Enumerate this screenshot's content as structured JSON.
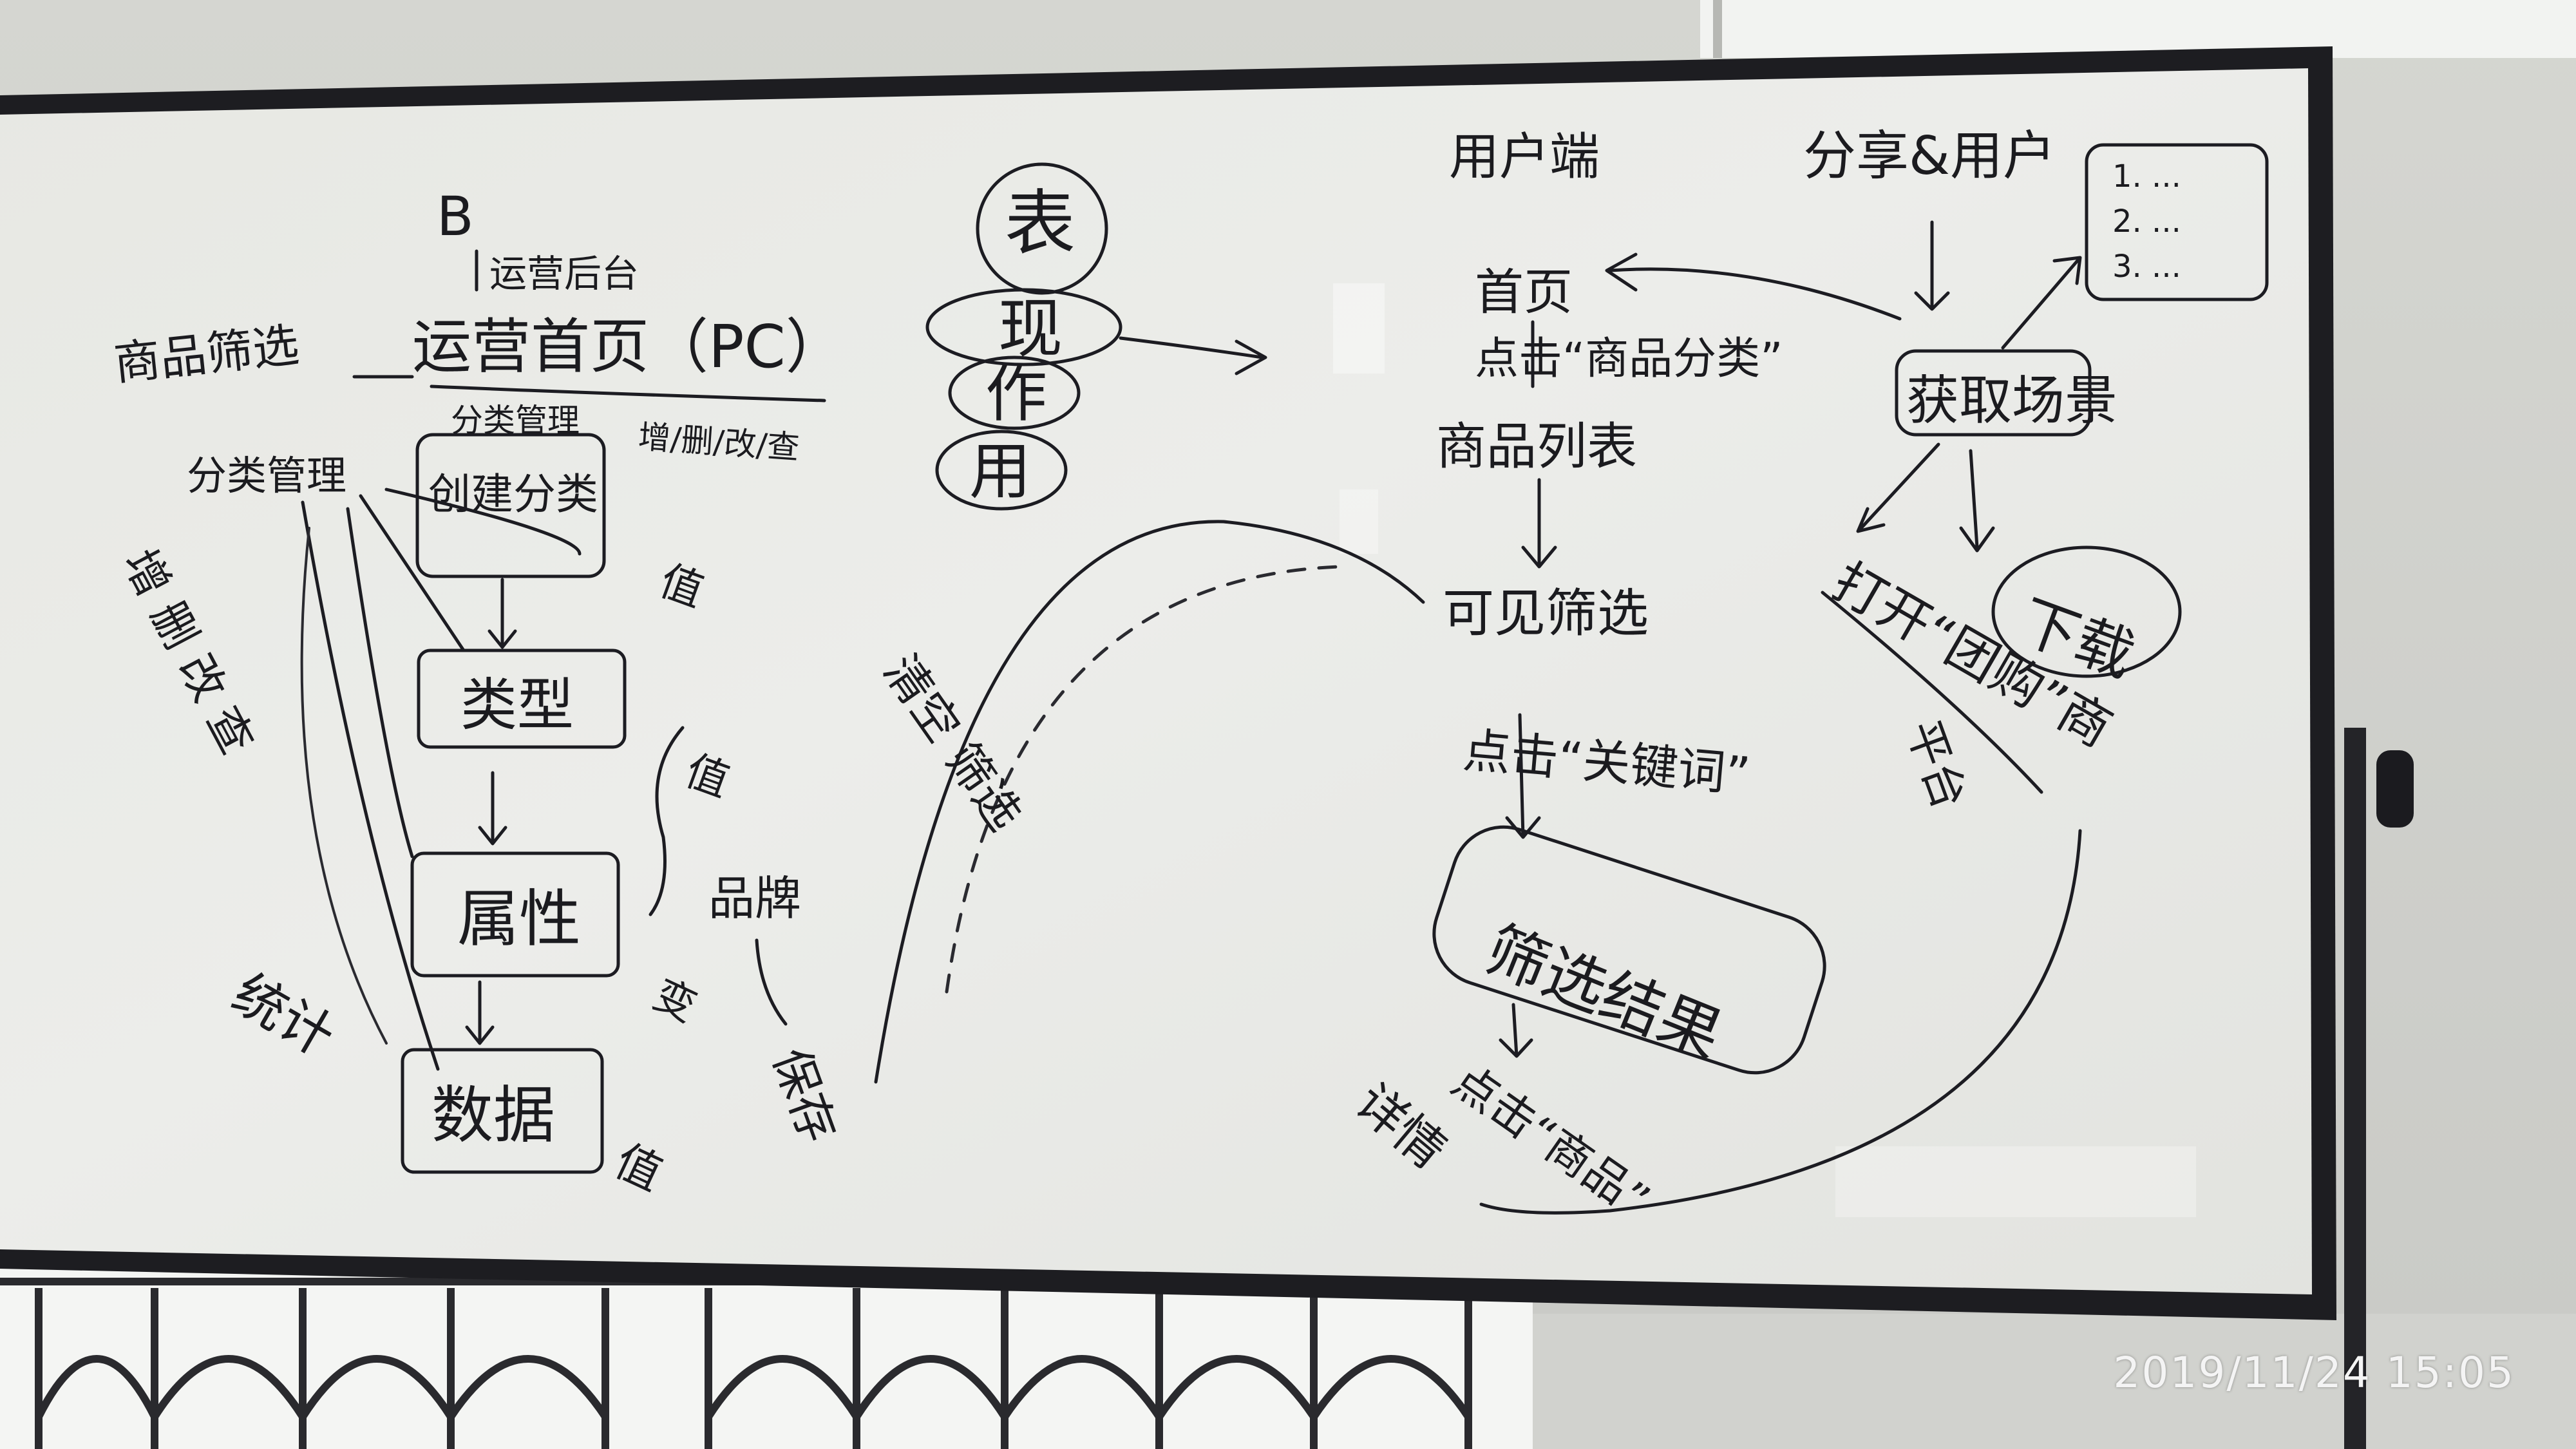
{
  "photo": {
    "timestamp": "2019/11/24  15:05"
  },
  "whiteboard": {
    "left": {
      "b_label": "B",
      "platform": "运营后台",
      "module": "商品筛选",
      "home": "运营首页（PC）",
      "manage_tail": "分类管理",
      "side_ops": "增/删/改/查",
      "category_mgmt": "分类管理",
      "create_category": "创建分类",
      "box_category": "类型",
      "box_attribute": "属性",
      "box_data": "数据",
      "mark_1": "值",
      "mark_2": "值",
      "mark_3": "值",
      "brand": "品牌",
      "change": "变",
      "save": "保存",
      "stats": "统计",
      "left_vertical": "增 删 改 查"
    },
    "middle": {
      "circles": [
        "表",
        "现",
        "作",
        "用"
      ],
      "curve_label": "清空 筛选"
    },
    "right": {
      "user_end": "用户端",
      "home": "首页",
      "click_category": "点击“商品分类”",
      "product_list": "商品列表",
      "visible_filter": "可见筛选",
      "click_keyword": "点击“关键词”",
      "filter_result": "筛选结果",
      "click_product": "点击“商品”",
      "detail": "详情",
      "share_user": "分享&用户",
      "list_items": [
        "1. ...",
        "2. ...",
        "3. ..."
      ],
      "get_scene": "获取场景",
      "download": "下载",
      "open_share": "打开“团购”商",
      "platform": "平台"
    }
  }
}
